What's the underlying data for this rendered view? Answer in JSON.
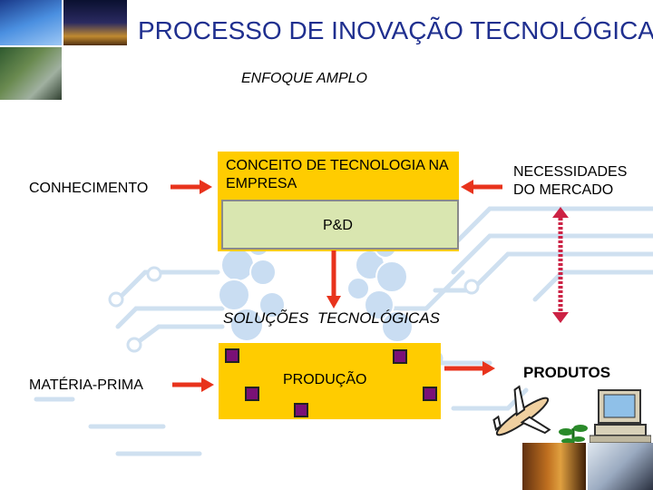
{
  "title": "PROCESSO DE INOVAÇÃO TECNOLÓGICA",
  "subtitle": "ENFOQUE AMPLO",
  "nodes": {
    "conhecimento": "CONHECIMENTO",
    "conceito": "CONCEITO DE TECNOLOGIA NA EMPRESA",
    "necessidades": "NECESSIDADES DO MERCADO",
    "pd": "P&D",
    "solucoes": "SOLUÇÕES  TECNOLÓGICAS",
    "materia_prima": "MATÉRIA-PRIMA",
    "producao": "PRODUÇÃO",
    "produtos": "PRODUTOS"
  },
  "colors": {
    "title": "#1f2f8f",
    "box_yellow": "#ffcc00",
    "box_green": "#d9e6b0",
    "arrow_red": "#e8331c",
    "dashed_red": "#cc2244",
    "circuit_blue": "#cfe0f0",
    "square_purple": "#7a1177"
  },
  "icons": [
    "photo-thumbnail-icon",
    "airplane-icon",
    "computer-icon",
    "plant-icon",
    "lab-photo-icon"
  ]
}
